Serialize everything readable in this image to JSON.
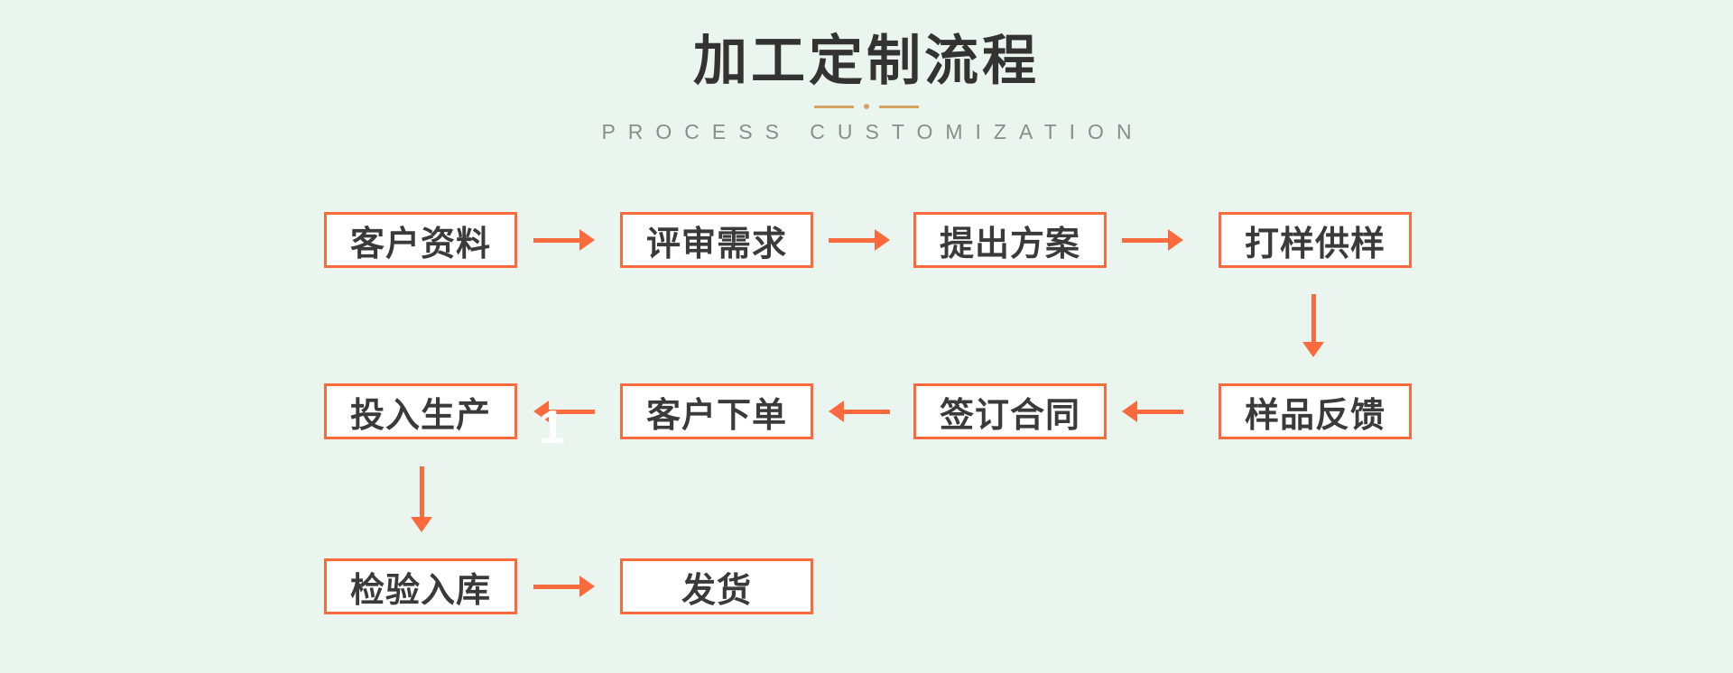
{
  "header": {
    "title": "加工定制流程",
    "subtitle": "PROCESS CUSTOMIZATION"
  },
  "watermark": "1",
  "colors": {
    "background": "#EBF5F0",
    "accent": "#FB6A3C",
    "divider": "#D5A464",
    "title_text": "#333333",
    "box_text": "#3A3A3A",
    "subtitle_text": "#8C8C8C",
    "box_fill": "#FFFFFF",
    "watermark": "#FFFFFF"
  },
  "flow": {
    "nodes": [
      {
        "id": "customer-info",
        "label": "客户资料"
      },
      {
        "id": "review-requirements",
        "label": "评审需求"
      },
      {
        "id": "propose-plan",
        "label": "提出方案"
      },
      {
        "id": "sampling",
        "label": "打样供样"
      },
      {
        "id": "sample-feedback",
        "label": "样品反馈"
      },
      {
        "id": "sign-contract",
        "label": "签订合同"
      },
      {
        "id": "customer-order",
        "label": "客户下单"
      },
      {
        "id": "start-production",
        "label": "投入生产"
      },
      {
        "id": "inspection-storage",
        "label": "检验入库"
      },
      {
        "id": "shipping",
        "label": "发货"
      }
    ],
    "sequence": "客户资料 → 评审需求 → 提出方案 → 打样供样 → 样品反馈 → 签订合同 → 客户下单 → 投入生产 → 检验入库 → 发货"
  }
}
